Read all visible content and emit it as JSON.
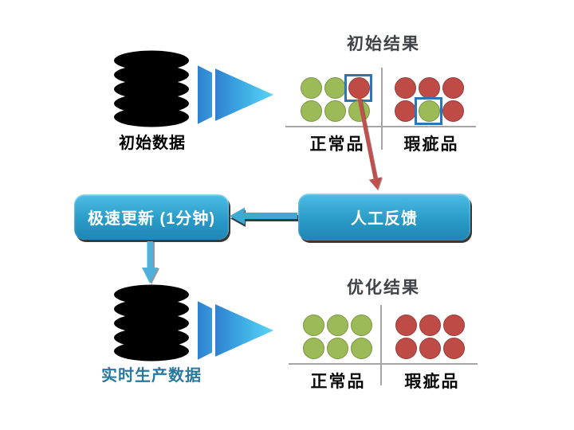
{
  "top_flow": {
    "database_label": "初始数据",
    "database_icon": "database-icon",
    "arrow_icon": "double-play-arrow-icon"
  },
  "initial_results": {
    "title": "初始结果",
    "normal_label": "正常品",
    "defect_label": "瑕疵品",
    "normal_grid": [
      [
        "green",
        "green",
        "red-boxed"
      ],
      [
        "green",
        "green",
        "green"
      ]
    ],
    "defect_grid": [
      [
        "red",
        "red",
        "red"
      ],
      [
        "red",
        "green-boxed",
        "red"
      ]
    ]
  },
  "loop": {
    "update_button_label": "极速更新 (1分钟)",
    "feedback_button_label": "人工反馈"
  },
  "production_flow": {
    "database_label": "实时生产数据"
  },
  "optimized_results": {
    "title": "优化结果",
    "normal_label": "正常品",
    "defect_label": "瑕疵品",
    "normal_grid": [
      [
        "green",
        "green",
        "green"
      ],
      [
        "green",
        "green",
        "green"
      ]
    ],
    "defect_grid": [
      [
        "red",
        "red",
        "red"
      ],
      [
        "red",
        "red",
        "red"
      ]
    ]
  },
  "colors": {
    "normal_green": "#9CBB58",
    "defect_red": "#BF4B47",
    "highlight_box_blue": "#2E75B6",
    "button_blue_top": "#4DBEE6",
    "button_blue_bottom": "#1E86B5",
    "connector_blue": "#3FA9D6",
    "feedback_arrow_red": "#C0504D",
    "grid_line_gray": "#A6A6A6",
    "production_label_teal": "#2878A0",
    "database_black": "#000000"
  }
}
